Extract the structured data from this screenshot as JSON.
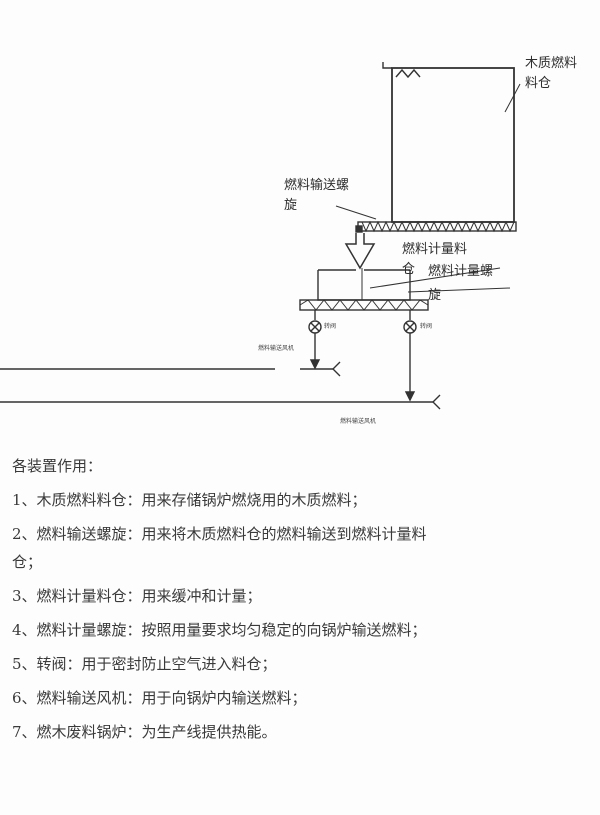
{
  "diagram": {
    "labels": {
      "silo": [
        "木质燃料",
        "料仓"
      ],
      "conveyor_screw": [
        "燃料输送螺",
        "旋"
      ],
      "metering_silo": [
        "燃料计量料",
        "仓"
      ],
      "metering_screw": [
        "燃料计量螺",
        "旋"
      ],
      "valve_left": "转阀",
      "valve_right": "转阀",
      "fan_upper": "燃料输送风机",
      "fan_lower": "燃料输送风机"
    }
  },
  "description": {
    "title": "各装置作用：",
    "items": [
      "1、木质燃料料仓：用来存储锅炉燃烧用的木质燃料；",
      "2、燃料输送螺旋：用来将木质燃料仓的燃料输送到燃料计量料仓；",
      "3、燃料计量料仓：用来缓冲和计量；",
      "4、燃料计量螺旋：按照用量要求均匀稳定的向锅炉输送燃料；",
      "5、转阀：用于密封防止空气进入料仓；",
      "6、燃料输送风机：用于向锅炉内输送燃料；",
      "7、燃木废料锅炉：为生产线提供热能。"
    ]
  }
}
